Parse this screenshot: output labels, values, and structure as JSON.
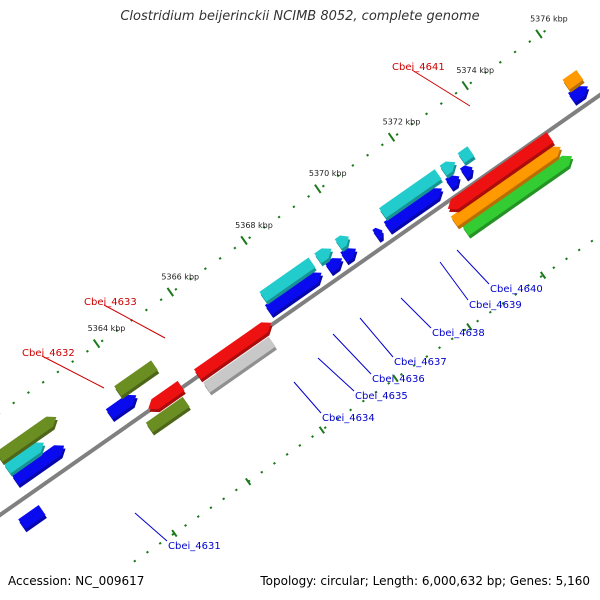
{
  "title": "Clostridium beijerinckii NCIMB 8052, complete genome",
  "footer": {
    "accession": "Accession: NC_009617",
    "topology": "Topology: circular; Length: 6,000,632 bp; Genes: 5,160"
  },
  "colors": {
    "backbone": "#808080",
    "blue": "#0a0aee",
    "cyan": "#22cccc",
    "red": "#ee1111",
    "olive": "#6b8e23",
    "green": "#33cc33",
    "orange": "#ff9900",
    "gray": "#c8c8c8",
    "label_blue": "#0000cc",
    "label_red": "#cc0000",
    "tick": "#1a7a1a"
  },
  "ticks": [
    "5364 kbp",
    "5366 kbp",
    "5368 kbp",
    "5370 kbp",
    "5372 kbp",
    "5374 kbp",
    "5376 kbp"
  ],
  "gene_labels": [
    "Cbei_4631",
    "Cbei_4632",
    "Cbei_4633",
    "Cbei_4634",
    "Cbei_4635",
    "Cbei_4636",
    "Cbei_4637",
    "Cbei_4638",
    "Cbei_4639",
    "Cbei_4640",
    "Cbei_4641"
  ]
}
